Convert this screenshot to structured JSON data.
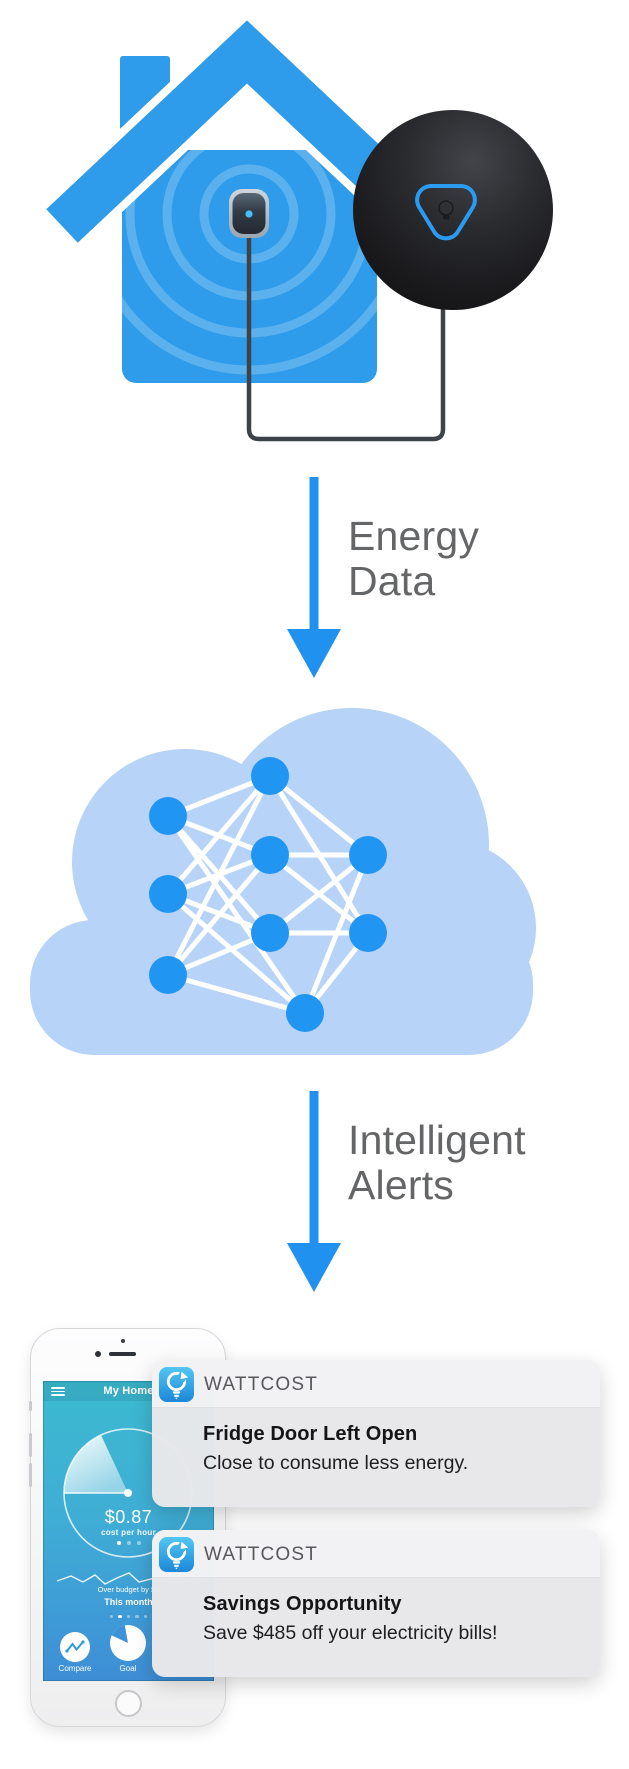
{
  "flow_labels": {
    "step1_line1": "Energy",
    "step1_line2": "Data",
    "step2_line1": "Intelligent",
    "step2_line2": "Alerts"
  },
  "phone_app": {
    "nav_title": "My Home",
    "gauge_value": "$0.87",
    "gauge_unit": "cost per hour",
    "status_line": "Over budget by $1",
    "period_label": "This month",
    "tab_compare": "Compare",
    "tab_goal": "Goal"
  },
  "notifications": [
    {
      "app_name": "WATTCOST",
      "title": "Fridge Door Left Open",
      "message": "Close to consume less energy."
    },
    {
      "app_name": "WATTCOST",
      "title": "Savings Opportunity",
      "message": "Save $485 off your electricity bills!"
    }
  ],
  "icons": {
    "hero": [
      "house-icon",
      "radio-waves-icon",
      "sensor-device",
      "beacon-device",
      "beacon-triangle-logo",
      "power-wire"
    ],
    "cloud": [
      "cloud-icon",
      "neural-network-icon"
    ],
    "arrows": [
      "down-arrow-icon",
      "down-arrow-icon"
    ],
    "app": [
      "hamburger-menu-icon",
      "wattcost-bulb-icon",
      "gauge-dial-icon",
      "sparkline-icon",
      "compare-chart-icon",
      "goal-pie-icon"
    ]
  },
  "colors": {
    "house_blue": "#2E9CEA",
    "radio_wave_blue": "#58AFEE",
    "arrow_blue": "#2191F0",
    "cloud_blue": "#B7D4F8",
    "node_blue": "#2095F2",
    "label_gray": "#646567",
    "beacon_ring_blue": "#2B9BF2",
    "notification_bg": "#E8E8EA",
    "screen_teal_top": "#3CBAD0",
    "screen_blue_bottom": "#3E8ED6"
  }
}
